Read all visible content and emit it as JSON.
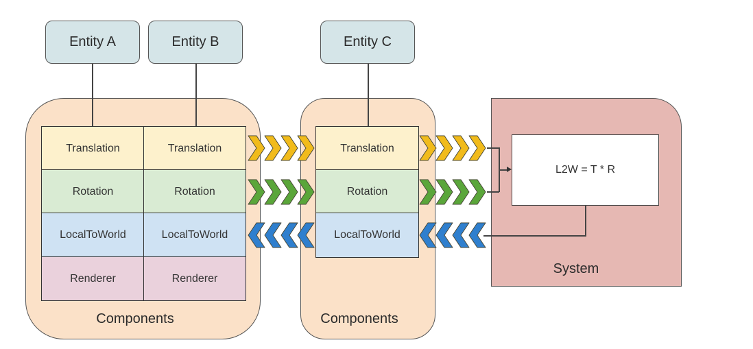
{
  "entities": [
    {
      "label": "Entity A"
    },
    {
      "label": "Entity B"
    },
    {
      "label": "Entity C"
    }
  ],
  "groups": [
    {
      "label": "Components",
      "columns": [
        [
          "Translation",
          "Rotation",
          "LocalToWorld",
          "Renderer"
        ],
        [
          "Translation",
          "Rotation",
          "LocalToWorld",
          "Renderer"
        ]
      ]
    },
    {
      "label": "Components",
      "columns": [
        [
          "Translation",
          "Rotation",
          "LocalToWorld"
        ]
      ]
    }
  ],
  "system": {
    "label": "System",
    "formula": "L2W = T * R"
  },
  "flows": [
    {
      "name": "translation-flow",
      "direction": "right",
      "color": "#f1bb1b"
    },
    {
      "name": "rotation-flow",
      "direction": "right",
      "color": "#5aa63a"
    },
    {
      "name": "localtoworld-flow",
      "direction": "left",
      "color": "#2f7fce"
    }
  ],
  "colors": {
    "entity": "#d5e5e8",
    "components_group": "#fbe1c8",
    "system": "#e6b8b3",
    "translation": "#fdf1cc",
    "rotation": "#d9ebd3",
    "localtoworld": "#cfe2f3",
    "renderer": "#ead1dc"
  }
}
